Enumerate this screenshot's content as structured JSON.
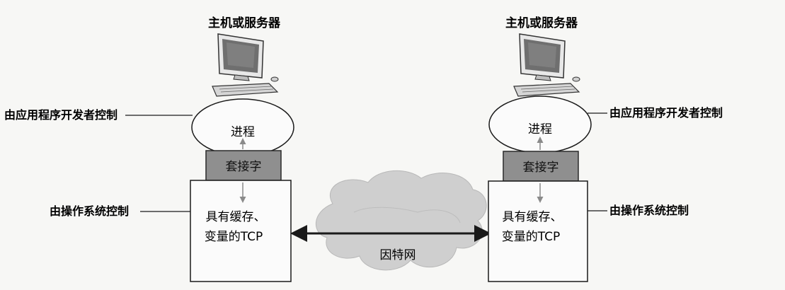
{
  "labels": {
    "host_left": "主机或服务器",
    "host_right": "主机或服务器",
    "app_control_left": "由应用程序开发者控制",
    "app_control_right": "由应用程序开发者控制",
    "os_control_left": "由操作系统控制",
    "os_control_right": "由操作系统控制",
    "process_left": "进程",
    "process_right": "进程",
    "socket_left": "套接字",
    "socket_right": "套接字",
    "tcp_left_line1": "具有缓存、",
    "tcp_left_line2": "变量的TCP",
    "tcp_right_line1": "具有缓存、",
    "tcp_right_line2": "变量的TCP",
    "internet": "因特网"
  },
  "icons": {
    "computer": "desktop-computer-icon",
    "cloud": "cloud-icon"
  },
  "colors": {
    "socket_fill": "#8f8f8f",
    "cloud_fill": "#cfcfcf",
    "screen_fill": "#6f6f6f",
    "line": "#1a1a1a",
    "arrow_gray": "#888888"
  }
}
